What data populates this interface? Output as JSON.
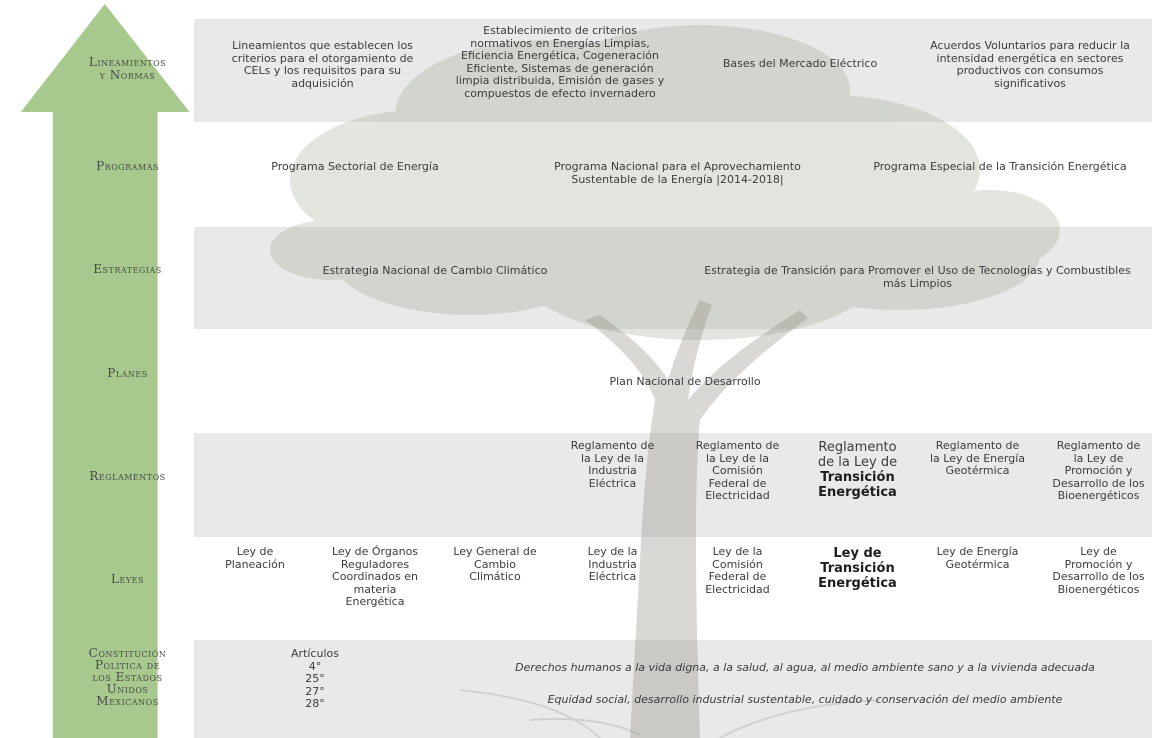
{
  "colors": {
    "arrow": "#a8c98d",
    "band": "#e9e9e9",
    "tree_foliage": "#9aa08a",
    "tree_trunk": "#8c8a80"
  },
  "levels": {
    "lineamientos": [
      "Lineamientos",
      "y Normas"
    ],
    "programas": "Programas",
    "estrategias": "Estrategias",
    "planes": "Planes",
    "reglamentos": "Reglamentos",
    "leyes": "Leyes",
    "constitucion": [
      "Constitución",
      "Política de",
      "los Estados",
      "Unidos",
      "Mexicanos"
    ]
  },
  "lineamientos": [
    [
      "Lineamientos que establecen los",
      "criterios para el otorgamiento de",
      "CELs y los requisitos para su",
      "adquisición"
    ],
    [
      "Establecimiento de criterios",
      "normativos en Energías Limpias,",
      "Eficiencia Energética, Cogeneración",
      "Eficiente, Sistemas de generación",
      "limpia distribuida, Emisión de gases y",
      "compuestos de efecto invernadero"
    ],
    [
      "Bases del Mercado Eléctrico"
    ],
    [
      "Acuerdos Voluntarios para reducir la",
      "intensidad energética en sectores",
      "productivos con consumos",
      "significativos"
    ]
  ],
  "programas": [
    [
      "Programa Sectorial de Energía"
    ],
    [
      "Programa Nacional para el Aprovechamiento",
      "Sustentable de la Energía |2014-2018|"
    ],
    [
      "Programa Especial de la Transición Energética"
    ]
  ],
  "estrategias": [
    [
      "Estrategia Nacional de Cambio Climático"
    ],
    [
      "Estrategia de Transición para Promover el Uso de Tecnologías y Combustibles",
      "más Limpios"
    ]
  ],
  "planes": [
    "Plan Nacional de Desarrollo"
  ],
  "reglamentos": [
    [
      "Reglamento de",
      "la Ley de la",
      "Industria",
      "Eléctrica"
    ],
    [
      "Reglamento de",
      "la Ley de la",
      "Comisión",
      "Federal de",
      "Electricidad"
    ],
    [
      "Reglamento",
      "de la Ley de",
      "Transición",
      "Energética"
    ],
    [
      "Reglamento de",
      "la Ley de Energía",
      "Geotérmica"
    ],
    [
      "Reglamento de",
      "la Ley de",
      "Promoción y",
      "Desarrollo de los",
      "Bioenergéticos"
    ]
  ],
  "leyes": [
    [
      "Ley de",
      "Planeación"
    ],
    [
      "Ley de Órganos",
      "Reguladores",
      "Coordinados en",
      "materia",
      "Energética"
    ],
    [
      "Ley General de",
      "Cambio",
      "Climático"
    ],
    [
      "Ley de la",
      "Industria",
      "Eléctrica"
    ],
    [
      "Ley de la",
      "Comisión",
      "Federal de",
      "Electricidad"
    ],
    [
      "Ley de",
      "Transición",
      "Energética"
    ],
    [
      "Ley de Energía",
      "Geotérmica"
    ],
    [
      "Ley de",
      "Promoción y",
      "Desarrollo de los",
      "Bioenergéticos"
    ]
  ],
  "constitucion": {
    "articulos_label": "Artículos",
    "articulos": [
      "4°",
      "25°",
      "27°",
      "28°"
    ],
    "derechos": "Derechos humanos a la vida digna, a la salud, al agua, al medio ambiente sano y a la vivienda adecuada",
    "equidad": "Equidad social, desarrollo industrial sustentable, cuidado y conservación del medio ambiente"
  }
}
